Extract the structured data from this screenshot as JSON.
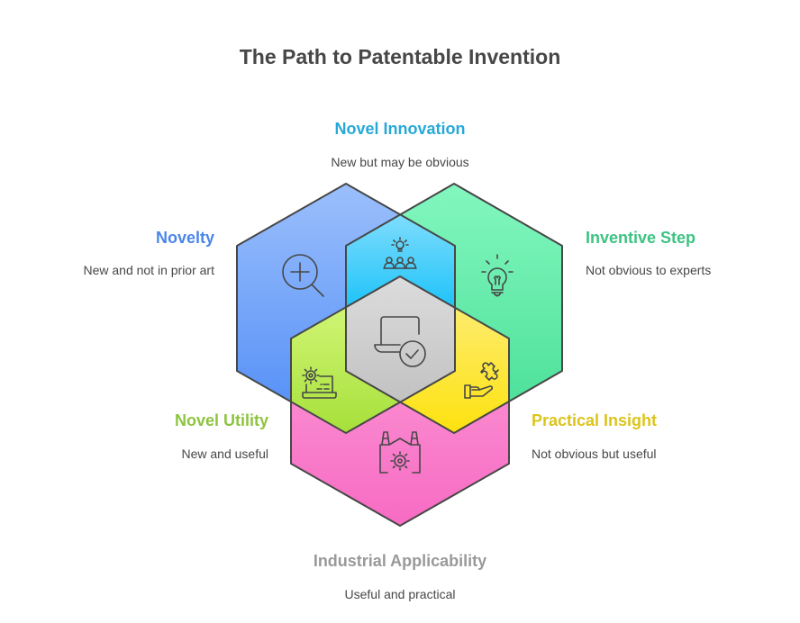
{
  "title": "The Path to Patentable Invention",
  "sets": [
    {
      "id": "novelty",
      "title": "Novelty",
      "description": "New and not in prior art",
      "color": "#4a86e8",
      "icon": "magnifier-plus-icon"
    },
    {
      "id": "inventive-step",
      "title": "Inventive Step",
      "description": "Not obvious to experts",
      "color": "#3cc383",
      "icon": "lightbulb-icon"
    },
    {
      "id": "industrial-applicability",
      "title": "Industrial Applicability",
      "description": "Useful and practical",
      "color": "#999999",
      "icon": "factory-gear-icon"
    }
  ],
  "intersections": [
    {
      "id": "novel-innovation",
      "sets": [
        "novelty",
        "inventive-step"
      ],
      "title": "Novel Innovation",
      "description": "New but may be obvious",
      "color": "#27a9d8",
      "icon": "team-idea-icon"
    },
    {
      "id": "novel-utility",
      "sets": [
        "novelty",
        "industrial-applicability"
      ],
      "title": "Novel Utility",
      "description": "New and useful",
      "color": "#8dc43f",
      "icon": "laptop-gear-icon"
    },
    {
      "id": "practical-insight",
      "sets": [
        "inventive-step",
        "industrial-applicability"
      ],
      "title": "Practical Insight",
      "description": "Not obvious but useful",
      "color": "#dcc41a",
      "icon": "hand-puzzle-icon"
    },
    {
      "id": "patentable",
      "sets": [
        "novelty",
        "inventive-step",
        "industrial-applicability"
      ],
      "icon": "laptop-check-icon"
    }
  ]
}
